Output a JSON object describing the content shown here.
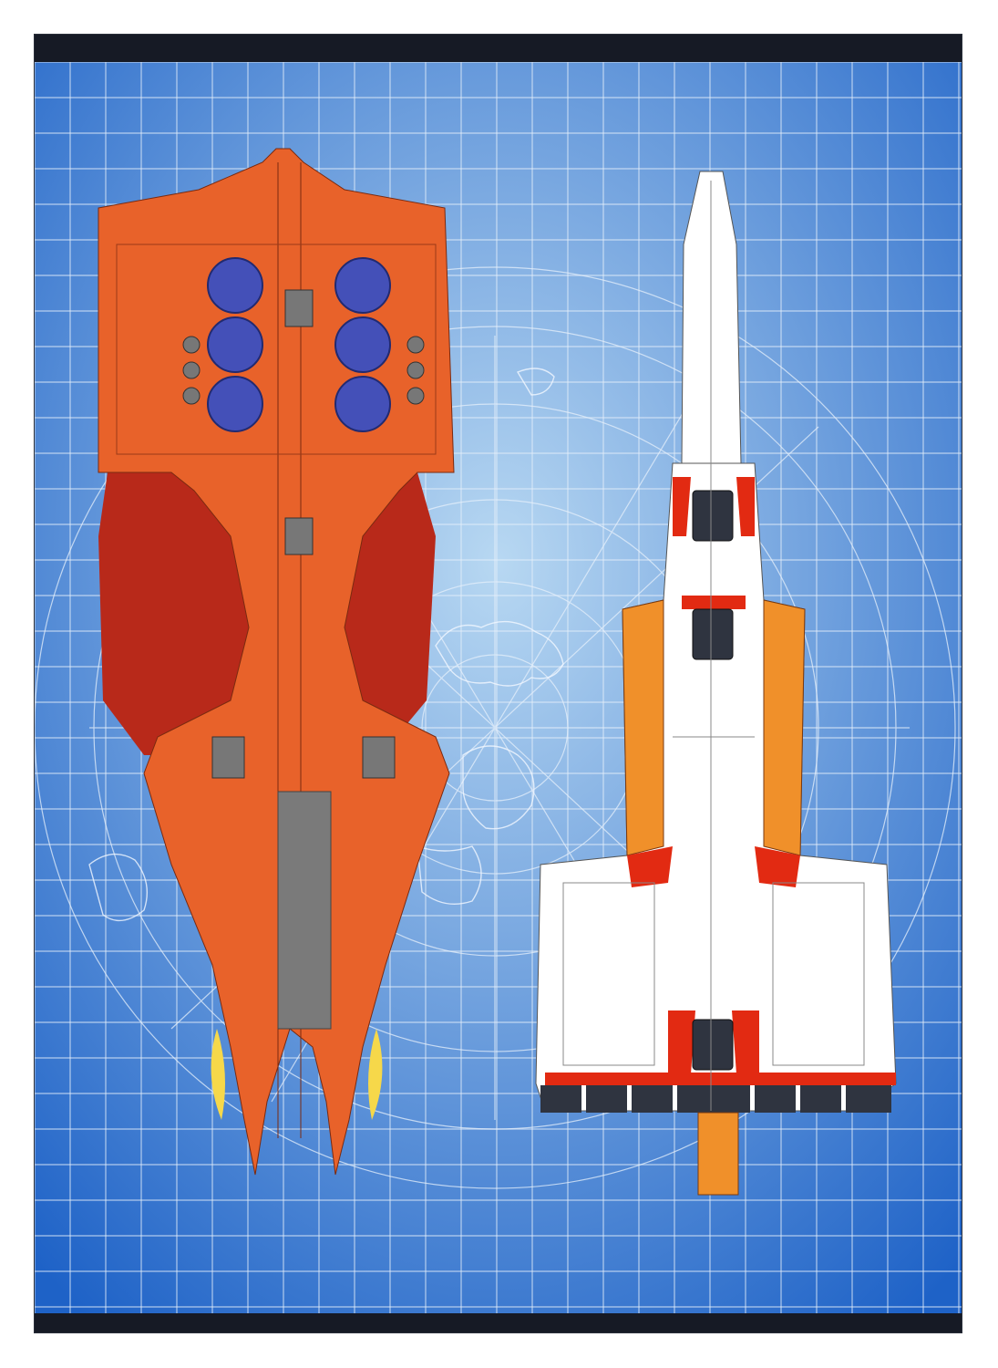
{
  "colors": {
    "spine_band": "#161a25",
    "background_center": "#b8d8f2",
    "background_edge": "#1e62c7",
    "grid_line": "#e6f0fb",
    "ship_left_main": "#e8622a",
    "ship_left_shadow": "#b8291a",
    "ship_left_turret_pods": "#4450b8",
    "ship_left_deck": "#7a7a7a",
    "ship_left_exhaust": "#f6d84a",
    "ship_right_main": "#ffffff",
    "ship_right_accent_red": "#e22a12",
    "ship_right_accent_orange": "#f0902a",
    "ship_right_dark": "#2f3440"
  },
  "artwork": {
    "left_ship": "orange-battleship-top-view",
    "right_ship": "white-battleship-top-view",
    "backdrop": "blueprint-grid-with-world-map-projection"
  }
}
